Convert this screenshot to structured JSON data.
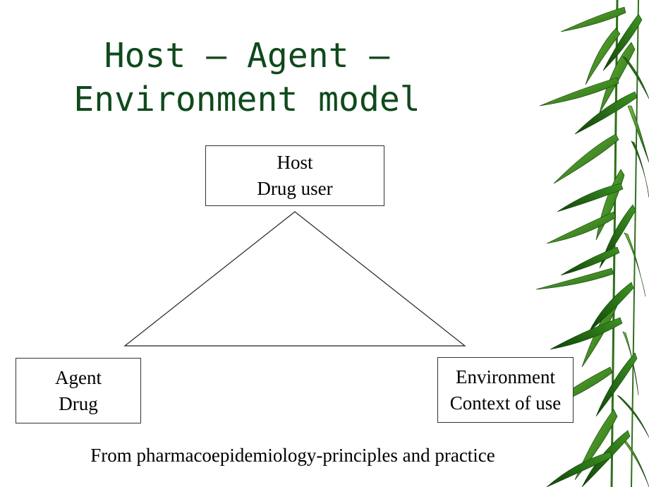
{
  "slide": {
    "title_line1": "Host  –  Agent  –",
    "title_line2": "Environment model"
  },
  "diagram": {
    "host": {
      "line1": "Host",
      "line2": "Drug user"
    },
    "agent": {
      "line1": "Agent",
      "line2": "Drug"
    },
    "environment": {
      "line1": "Environment",
      "line2": "Context of use"
    }
  },
  "source": "From pharmacoepidemiology-principles and practice",
  "colors": {
    "title": "#0f4a1c",
    "leaf_dark": "#1f6b12",
    "leaf_light": "#4fa82a"
  },
  "decoration": {
    "icon": "bamboo-leaves-icon"
  }
}
